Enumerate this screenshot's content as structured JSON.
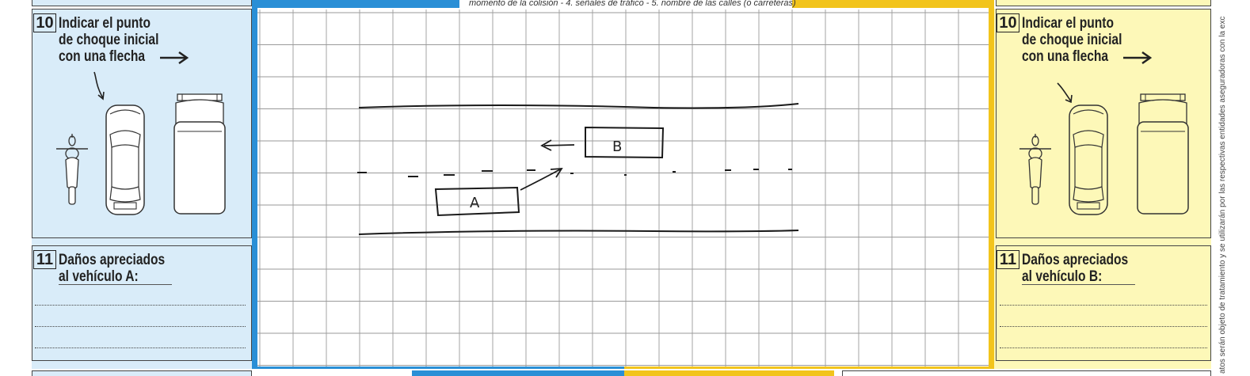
{
  "top_note": "momento de la colisión - 4. señales de tráfico - 5. nombre de las calles (o carreteras)",
  "left_panel": {
    "color": "#d9ecf9",
    "border_color": "#2a8fd6",
    "section10": {
      "number": "10",
      "line1": "Indicar el punto",
      "line2": "de choque inicial",
      "line3": "con una flecha"
    },
    "section11": {
      "number": "11",
      "line1": "Daños apreciados",
      "line2": "al vehículo A:"
    }
  },
  "right_panel": {
    "color": "#fdf8b8",
    "border_color": "#f2c41c",
    "section10": {
      "number": "10",
      "line1": "Indicar el punto",
      "line2": "de choque inicial",
      "line3": "con una flecha"
    },
    "section11": {
      "number": "11",
      "line1": "Daños apreciados",
      "line2": "al vehículo B:"
    }
  },
  "sketch": {
    "vehicle_a_label": "A",
    "vehicle_b_label": "B"
  },
  "side_text": "atos serán objeto de tratamiento y se utilizarán por las respectivas entidades aseguradoras con la exc",
  "icons": [
    "arrow-right-icon",
    "motorcycle-icon",
    "car-icon",
    "van-icon",
    "handdrawn-arrow-icon"
  ]
}
